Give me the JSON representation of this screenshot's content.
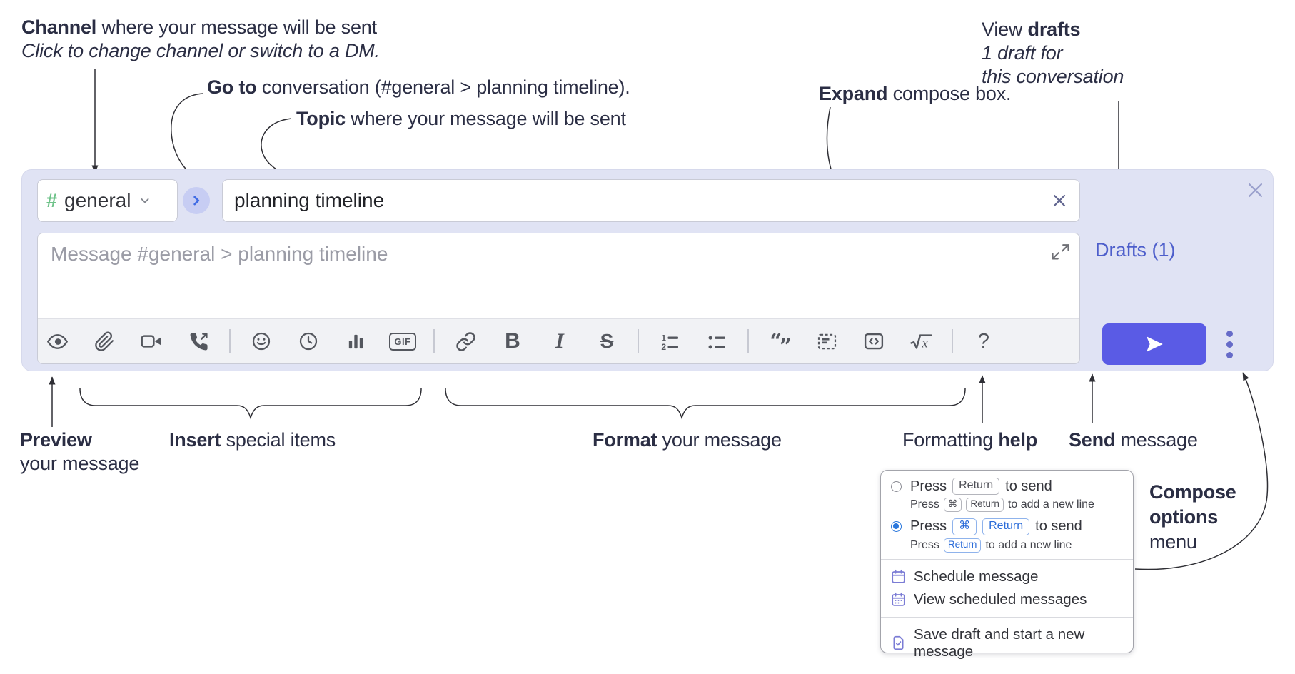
{
  "annotations": {
    "channel": {
      "bold": "Channel",
      "rest": " where your message will be sent",
      "sub": "Click to change channel or switch to a DM."
    },
    "goto": {
      "bold": "Go to",
      "rest": " conversation (#general > planning timeline)."
    },
    "topic": {
      "bold": "Topic",
      "rest": " where your message will be sent"
    },
    "expand": {
      "bold": "Expand",
      "rest": " compose box."
    },
    "drafts": {
      "pre": "View ",
      "bold": "drafts",
      "line2": "1 draft for",
      "line3": "this conversation"
    },
    "preview": {
      "bold": "Preview",
      "line2": "your message"
    },
    "insert": {
      "bold": "Insert",
      "rest": " special items"
    },
    "format": {
      "bold": "Format",
      "rest": " your message"
    },
    "help": {
      "pre": "Formatting ",
      "bold": "help"
    },
    "send": {
      "bold": "Send",
      "rest": " message"
    },
    "compose_options": {
      "bold1": "Compose",
      "bold2": "options",
      "line3": "menu"
    }
  },
  "compose": {
    "channel_hash": "#",
    "channel_name": "general",
    "topic_value": "planning timeline",
    "message_placeholder": "Message #general > planning timeline",
    "drafts_label": "Drafts (1)"
  },
  "toolbar": {
    "icons": [
      "preview-eye",
      "attach-file",
      "video-call",
      "audio-call",
      "divider",
      "emoji",
      "time",
      "poll",
      "gif",
      "divider",
      "link",
      "bold",
      "italic",
      "strikethrough",
      "divider",
      "numbered-list",
      "bulleted-list",
      "divider",
      "quote",
      "spoiler",
      "code",
      "math",
      "divider",
      "help"
    ],
    "gif": "GIF",
    "bold": "B",
    "italic": "I",
    "strike": "S",
    "num1": "1",
    "num2": "2",
    "quote_open": "“",
    "quote_close": "”",
    "math_x": "x",
    "help": "?"
  },
  "options_menu": {
    "option1": {
      "press": "Press",
      "key": "Return",
      "after": "to send",
      "sub_press": "Press",
      "sub_key1": "⌘",
      "sub_key2": "Return",
      "sub_after": "to add a new line"
    },
    "option2": {
      "press": "Press",
      "key1": "⌘",
      "key2": "Return",
      "after": "to send",
      "sub_press": "Press",
      "sub_key": "Return",
      "sub_after": "to add a new line"
    },
    "items": [
      "Schedule message",
      "View scheduled messages",
      "Save draft and start a new message"
    ]
  },
  "colors": {
    "send_button": "#5a5be5",
    "compose_bg": "#e0e3f4",
    "drafts_link": "#4d5ecb",
    "hash_green": "#6ec289",
    "goto_blue": "#3f6be4",
    "menu_icon_purple": "#7b7cd5",
    "radio_blue": "#2b78dd",
    "kbd_blue": "#2b6cd9"
  }
}
